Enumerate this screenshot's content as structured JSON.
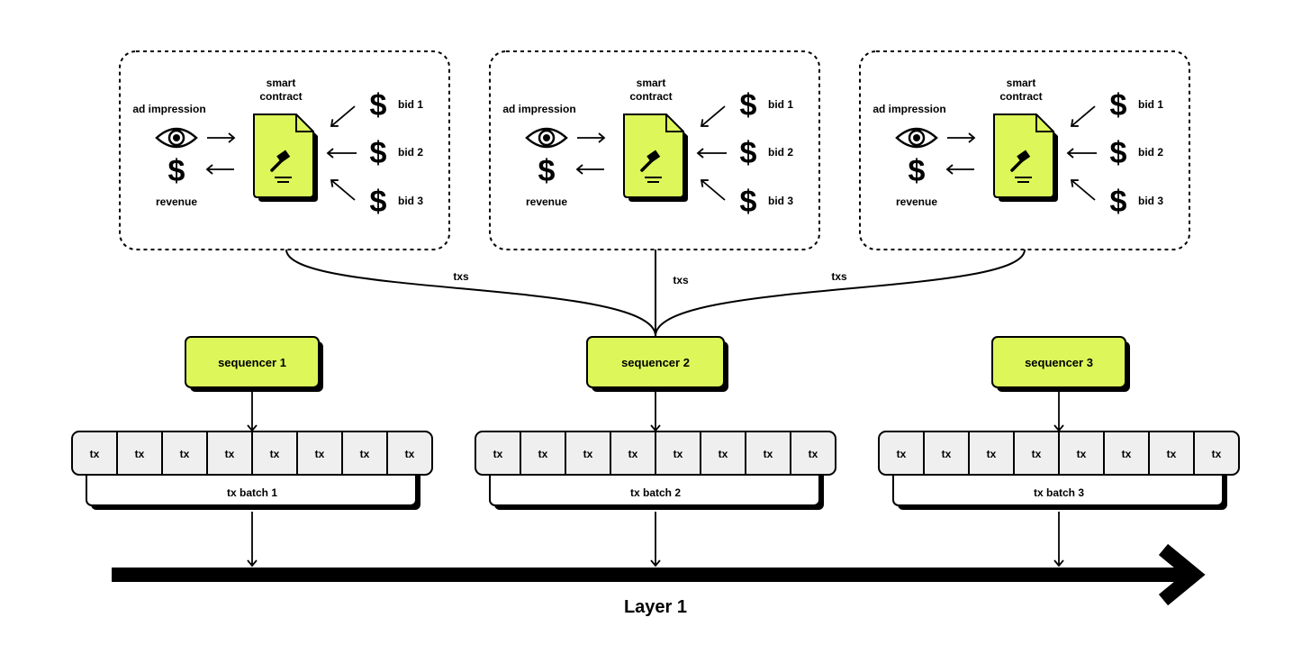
{
  "colors": {
    "accent": "#DDF75A",
    "tx_cell": "#EFEFEF",
    "stroke": "#000000",
    "background": "#FFFFFF"
  },
  "auctions": [
    {
      "ad_impression_label": "ad impression",
      "revenue_label": "revenue",
      "contract_label_line1": "smart",
      "contract_label_line2": "contract",
      "bids": [
        "bid 1",
        "bid 2",
        "bid 3"
      ],
      "icons": [
        "eye-icon",
        "dollar-icon",
        "document-icon",
        "gavel-icon"
      ]
    },
    {
      "ad_impression_label": "ad impression",
      "revenue_label": "revenue",
      "contract_label_line1": "smart",
      "contract_label_line2": "contract",
      "bids": [
        "bid 1",
        "bid 2",
        "bid 3"
      ],
      "icons": [
        "eye-icon",
        "dollar-icon",
        "document-icon",
        "gavel-icon"
      ]
    },
    {
      "ad_impression_label": "ad impression",
      "revenue_label": "revenue",
      "contract_label_line1": "smart",
      "contract_label_line2": "contract",
      "bids": [
        "bid 1",
        "bid 2",
        "bid 3"
      ],
      "icons": [
        "eye-icon",
        "dollar-icon",
        "document-icon",
        "gavel-icon"
      ]
    }
  ],
  "dollar_glyph": "$",
  "txs_labels": [
    "txs",
    "txs",
    "txs"
  ],
  "sequencers": [
    "sequencer 1",
    "sequencer 2",
    "sequencer 3"
  ],
  "batches": [
    {
      "label": "tx batch 1",
      "txs": [
        "tx",
        "tx",
        "tx",
        "tx",
        "tx",
        "tx",
        "tx",
        "tx"
      ]
    },
    {
      "label": "tx batch 2",
      "txs": [
        "tx",
        "tx",
        "tx",
        "tx",
        "tx",
        "tx",
        "tx",
        "tx"
      ]
    },
    {
      "label": "tx batch 3",
      "txs": [
        "tx",
        "tx",
        "tx",
        "tx",
        "tx",
        "tx",
        "tx",
        "tx"
      ]
    }
  ],
  "layer_label": "Layer 1"
}
